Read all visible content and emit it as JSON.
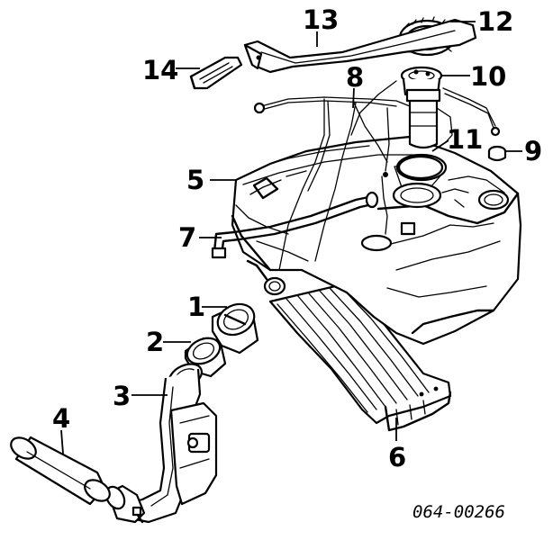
{
  "diagram": {
    "callouts": [
      {
        "id": "c1",
        "text": "1"
      },
      {
        "id": "c2",
        "text": "2"
      },
      {
        "id": "c3",
        "text": "3"
      },
      {
        "id": "c4",
        "text": "4"
      },
      {
        "id": "c5",
        "text": "5"
      },
      {
        "id": "c6",
        "text": "6"
      },
      {
        "id": "c7",
        "text": "7"
      },
      {
        "id": "c8",
        "text": "8"
      },
      {
        "id": "c9",
        "text": "9"
      },
      {
        "id": "c10",
        "text": "10"
      },
      {
        "id": "c11",
        "text": "11"
      },
      {
        "id": "c12",
        "text": "12"
      },
      {
        "id": "c13",
        "text": "13"
      },
      {
        "id": "c14",
        "text": "14"
      }
    ],
    "part_number": "064-00266"
  }
}
